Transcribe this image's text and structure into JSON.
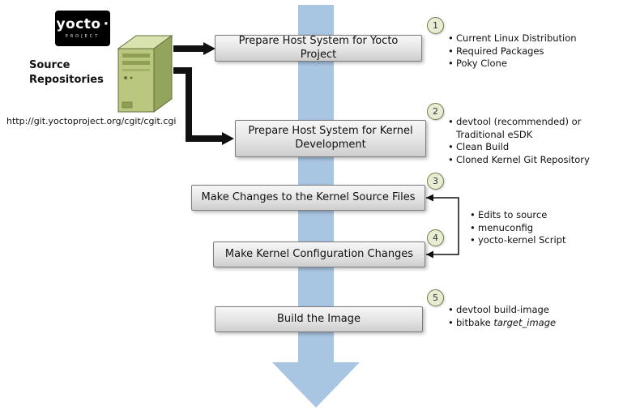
{
  "logo": {
    "name": "yocto",
    "dot": "·",
    "project": "PROJECT"
  },
  "source": {
    "title": "Source Repositories",
    "url": "http://git.yoctoproject.org/cgit/cgit.cgi"
  },
  "boxes": {
    "b1": "Prepare Host System for Yocto Project",
    "b2": "Prepare Host System for Kernel Development",
    "b3": "Make Changes to the Kernel Source Files",
    "b4": "Make Kernel Configuration Changes",
    "b5": "Build the Image"
  },
  "badges": {
    "n1": "1",
    "n2": "2",
    "n3": "3",
    "n4": "4",
    "n5": "5"
  },
  "lists": {
    "step1": [
      "Current Linux Distribution",
      "Required Packages",
      "Poky Clone"
    ],
    "step2_line1": "devtool (recommended) or",
    "step2_line2": "Traditional eSDK",
    "step2_rest": [
      "Clean Build",
      "Cloned Kernel Git Repository"
    ],
    "step34": [
      "Edits to source",
      "menuconfig",
      "yocto-kernel Script"
    ],
    "step5_item1": "devtool build-image",
    "step5_item2_prefix": "bitbake ",
    "step5_item2_italic": "target_image"
  },
  "colors": {
    "flow_arrow": "#a8c5e2",
    "badge_fill": "#e7edd2",
    "badge_border": "#72804a",
    "connector": "#111111"
  }
}
